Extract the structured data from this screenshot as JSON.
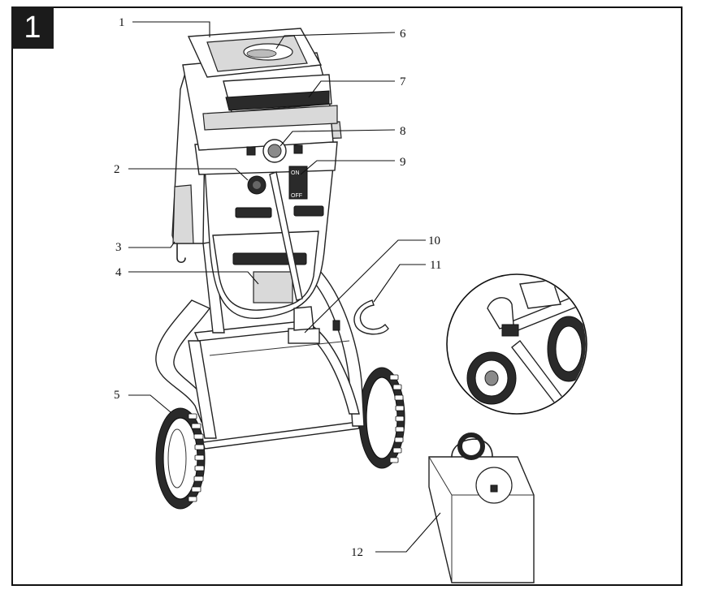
{
  "figure": {
    "number": "1"
  },
  "callouts": [
    {
      "id": "1",
      "label": "1"
    },
    {
      "id": "2",
      "label": "2"
    },
    {
      "id": "3",
      "label": "3"
    },
    {
      "id": "4",
      "label": "4"
    },
    {
      "id": "5",
      "label": "5"
    },
    {
      "id": "6",
      "label": "6"
    },
    {
      "id": "7",
      "label": "7"
    },
    {
      "id": "8",
      "label": "8"
    },
    {
      "id": "9",
      "label": "9"
    },
    {
      "id": "10",
      "label": "10"
    },
    {
      "id": "11",
      "label": "11"
    },
    {
      "id": "12",
      "label": "12"
    }
  ],
  "switch": {
    "on_label": "ON",
    "off_label": "OFF"
  }
}
